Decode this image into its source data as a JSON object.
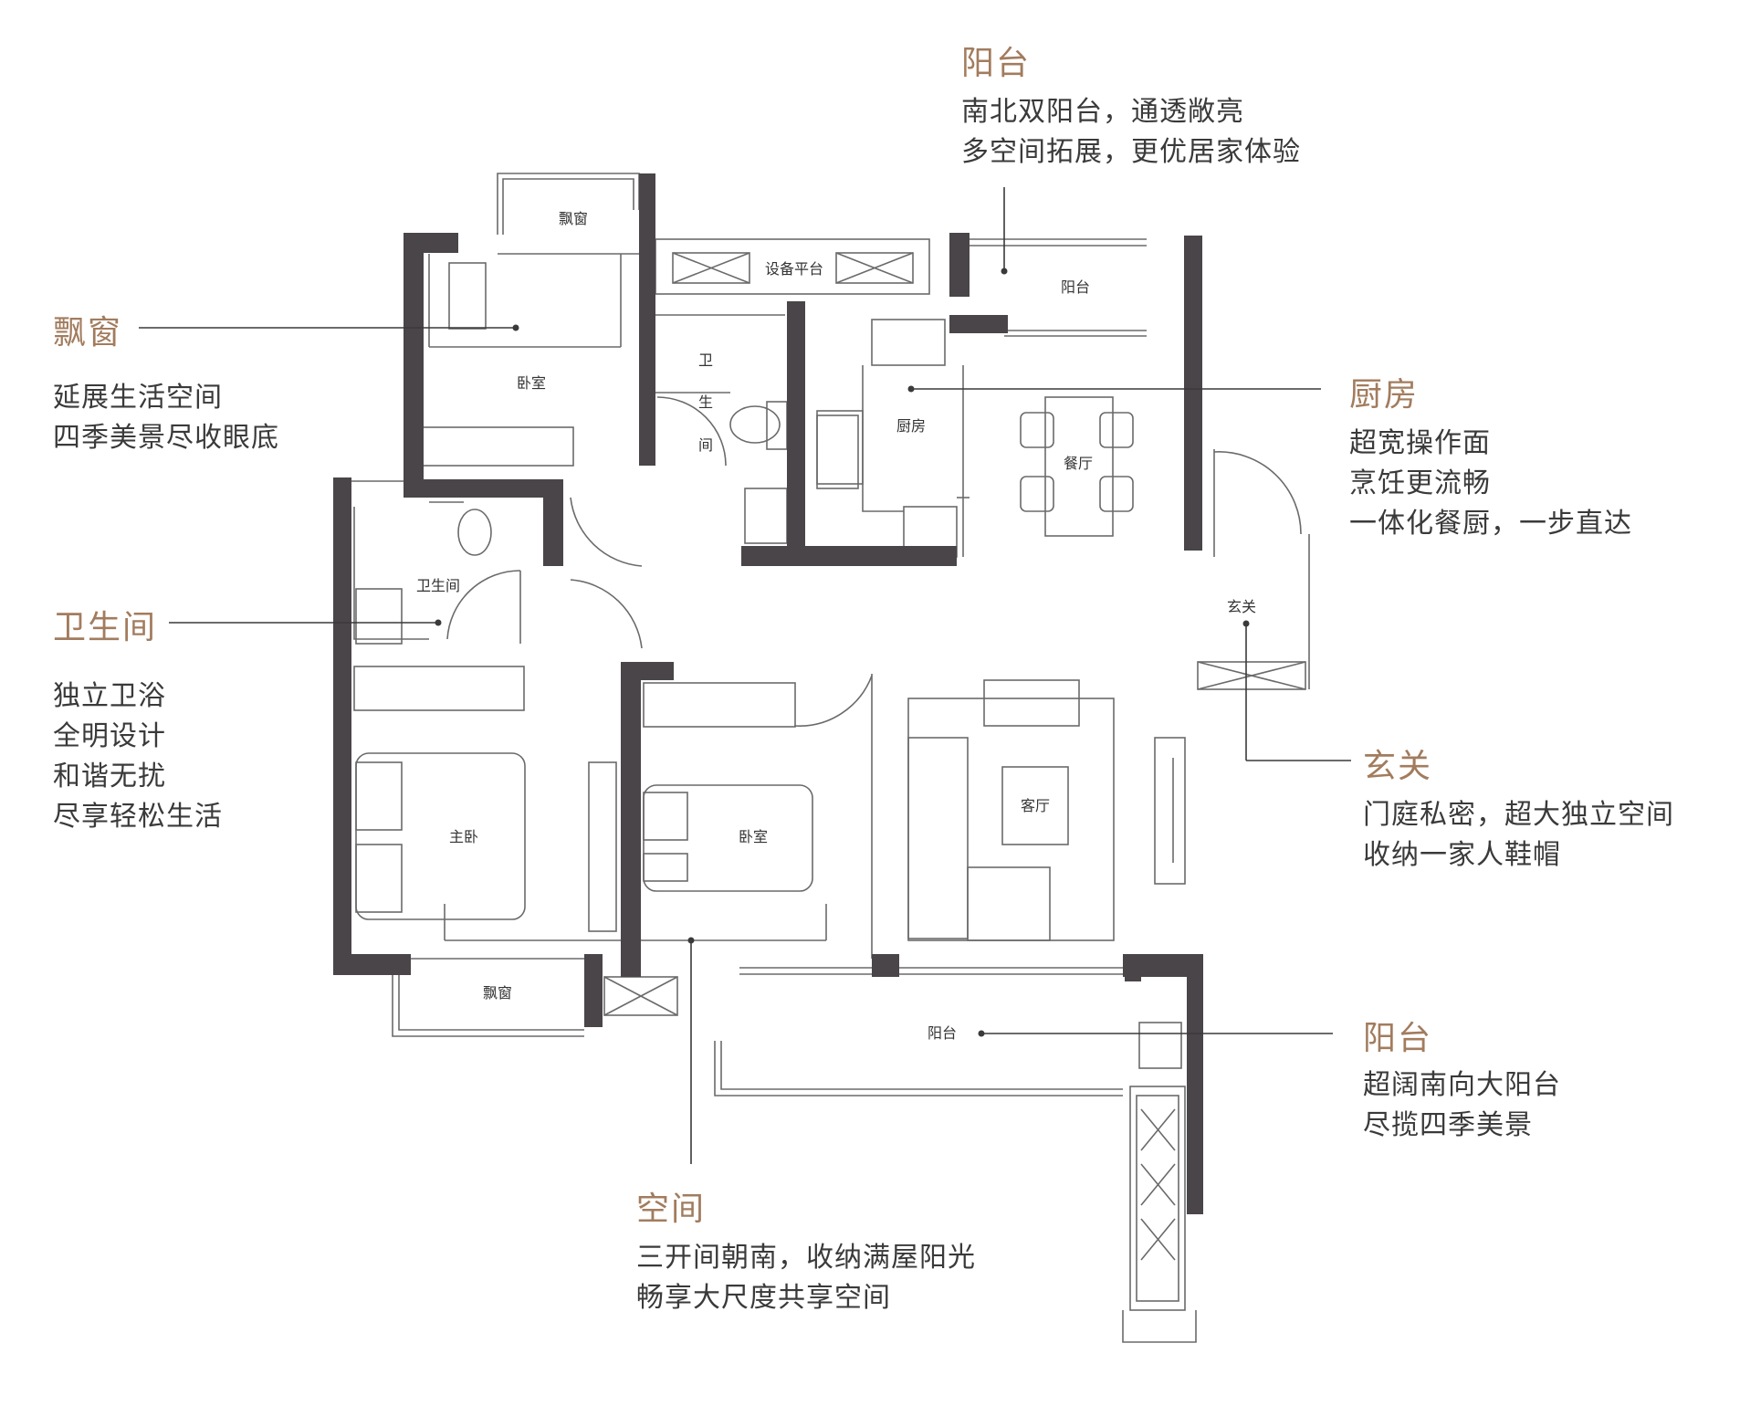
{
  "colors": {
    "accent": "#a27c5e",
    "wall": "#4a4548",
    "text": "#3a3a3a"
  },
  "rooms": {
    "bay_top": "飘窗",
    "equipment": "设备平台",
    "balcony_north": "阳台",
    "bedroom_top": "卧室",
    "wc_vertical_1": "卫",
    "wc_vertical_2": "生",
    "wc_vertical_3": "间",
    "kitchen": "厨房",
    "dining": "餐厅",
    "bathroom": "卫生间",
    "entrance": "玄关",
    "master": "主卧",
    "bedroom_mid": "卧室",
    "living": "客厅",
    "bay_bottom": "飘窗",
    "balcony_south": "阳台"
  },
  "annotations": {
    "balcony_north": {
      "title": "阳台",
      "lines": [
        "南北双阳台，通透敞亮",
        "多空间拓展，更优居家体验"
      ]
    },
    "bay": {
      "title": "飘窗",
      "lines": [
        "延展生活空间",
        "四季美景尽收眼底"
      ]
    },
    "kitchen": {
      "title": "厨房",
      "lines": [
        "超宽操作面",
        "烹饪更流畅",
        "一体化餐厨，一步直达"
      ]
    },
    "bathroom": {
      "title": "卫生间",
      "lines": [
        "独立卫浴",
        "全明设计",
        "和谐无扰",
        "尽享轻松生活"
      ]
    },
    "entrance": {
      "title": "玄关",
      "lines": [
        "门庭私密，超大独立空间",
        "收纳一家人鞋帽"
      ]
    },
    "balcony_south": {
      "title": "阳台",
      "lines": [
        "超阔南向大阳台",
        "尽揽四季美景"
      ]
    },
    "space": {
      "title": "空间",
      "lines": [
        "三开间朝南，收纳满屋阳光",
        "畅享大尺度共享空间"
      ]
    }
  }
}
